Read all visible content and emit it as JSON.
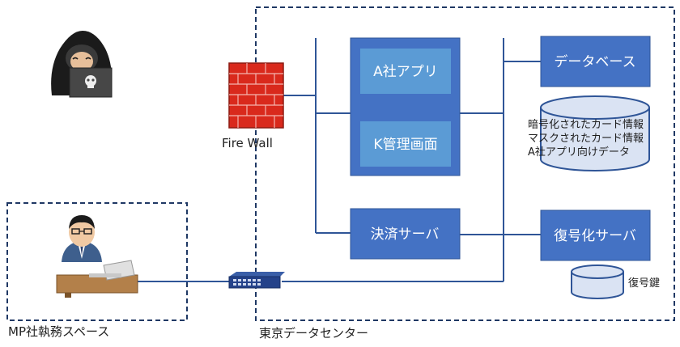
{
  "datacenter": {
    "label": "東京データセンター"
  },
  "office": {
    "label": "MP社執務スペース"
  },
  "firewall": {
    "label": "Fire Wall"
  },
  "servers": {
    "app": "A社アプリ",
    "admin": "K管理画面",
    "payment": "決済サーバ",
    "database": "データベース",
    "decrypt": "復号化サーバ"
  },
  "database_contents": [
    "暗号化されたカード情報",
    "マスクされたカード情報",
    "A社アプリ向けデータ"
  ],
  "key_store": {
    "label": "復号鍵"
  },
  "icons": {
    "attacker": "hooded-hacker-icon",
    "employee": "office-worker-icon",
    "switch": "network-switch-icon",
    "firewall": "brick-firewall-icon"
  },
  "colors": {
    "server_fill": "#4472c4",
    "server_inner": "#5b9bd5",
    "line": "#2f5597",
    "db_fill": "#dae3f3"
  }
}
